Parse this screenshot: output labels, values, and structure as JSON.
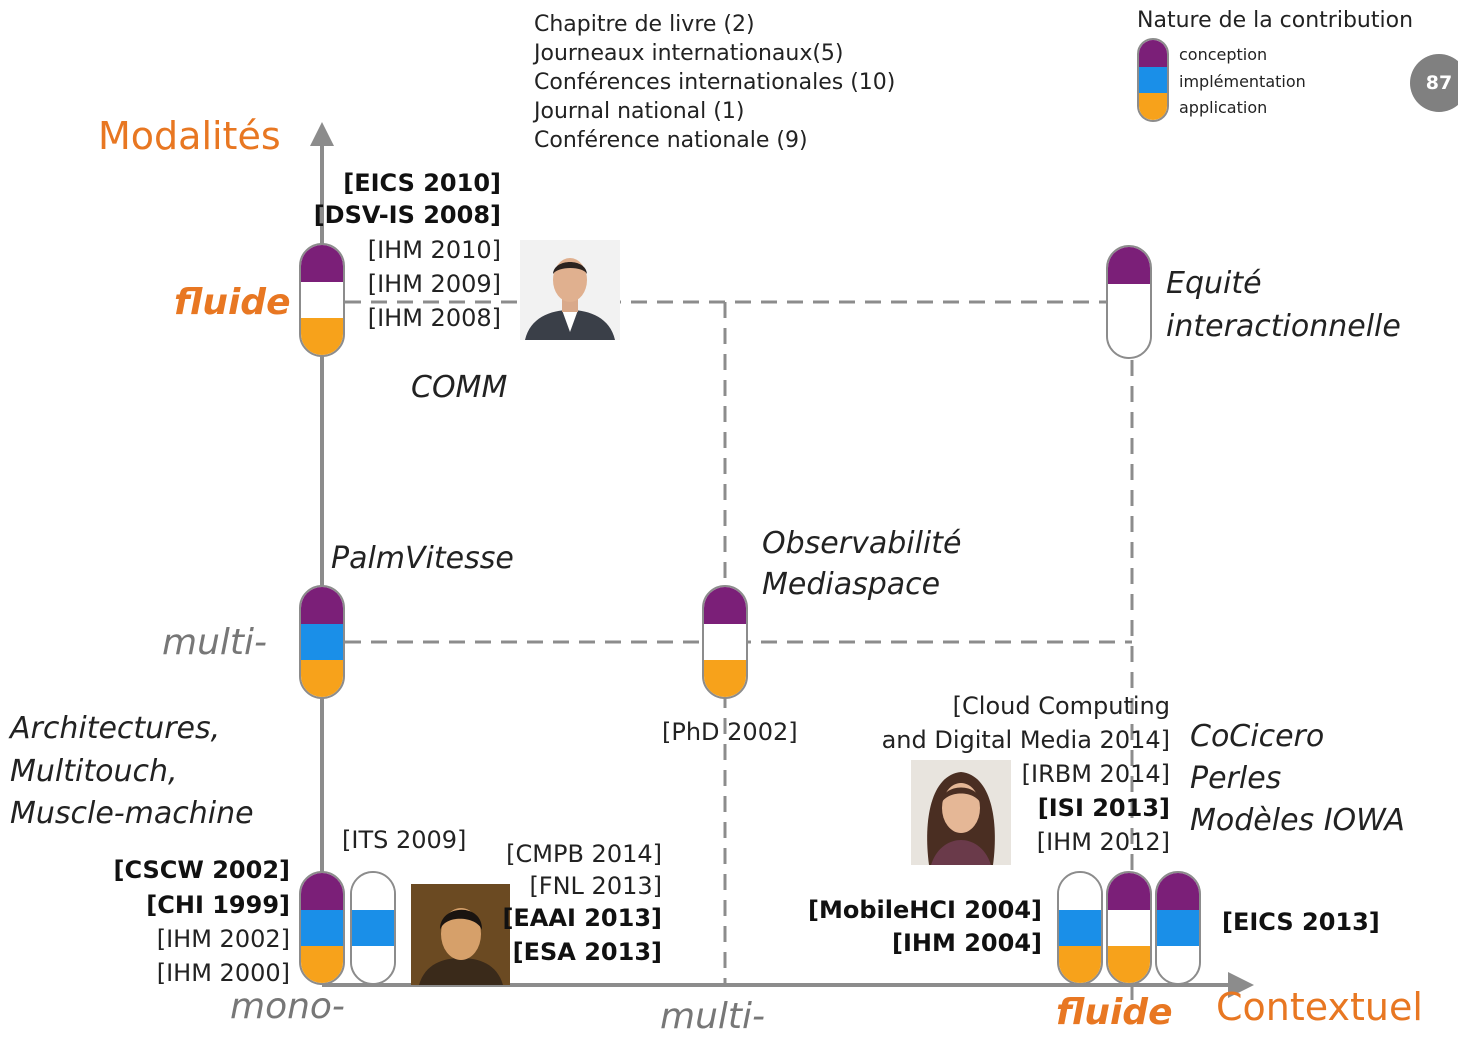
{
  "page_number": "87",
  "colors": {
    "conception": "#7b1f78",
    "implementation": "#1a8fe8",
    "application": "#f7a21b",
    "axis": "#8c8c8c",
    "accent": "#e87722"
  },
  "publications": [
    "Chapitre de livre (2)",
    "Journeaux internationaux(5)",
    "Conférences internationales (10)",
    "Journal national (1)",
    "Conférence nationale (9)"
  ],
  "legend": {
    "title": "Nature de la contribution",
    "items": [
      "conception",
      "implémentation",
      "application"
    ]
  },
  "axes": {
    "y_title": "Modalités",
    "x_title": "Contextuel",
    "y_levels": {
      "fluide": "fluide",
      "multi": "multi-"
    },
    "x_levels": {
      "mono": "mono-",
      "multi": "multi-",
      "fluide": "fluide"
    }
  },
  "refs": {
    "eics2010": "[EICS 2010]",
    "dsvis2008": "[DSV-IS 2008]",
    "ihm2010": "[IHM 2010]",
    "ihm2009": "[IHM 2009]",
    "ihm2008": "[IHM 2008]",
    "phd2002": "[PhD 2002]",
    "cloud1": "[Cloud Computing",
    "cloud2": "and Digital Media 2014]",
    "irbm2014": "[IRBM 2014]",
    "isi2013": "[ISI 2013]",
    "ihm2012": "[IHM 2012]",
    "its2009": "[ITS 2009]",
    "cmpb2014": "[CMPB 2014]",
    "fnl2013": "[FNL 2013]",
    "eaai2013": "[EAAI 2013]",
    "esa2013": "[ESA 2013]",
    "cscw2002": "[CSCW 2002]",
    "chi1999": "[CHI 1999]",
    "ihm2002": "[IHM 2002]",
    "ihm2000": "[IHM 2000]",
    "mobilehci2004": "[MobileHCI 2004]",
    "ihm2004": "[IHM 2004]",
    "eics2013": "[EICS 2013]"
  },
  "projects": {
    "comm": "COMM",
    "palmvitesse": "PalmVitesse",
    "observabilite1": "Observabilité",
    "observabilite2": "Mediaspace",
    "equite1": "Equité",
    "equite2": "interactionnelle",
    "archi1": "Architectures,",
    "archi2": "Multitouch,",
    "archi3": "Muscle-machine",
    "coci1": "CoCicero",
    "coci2": "Perles",
    "coci3": "Modèles IOWA"
  }
}
